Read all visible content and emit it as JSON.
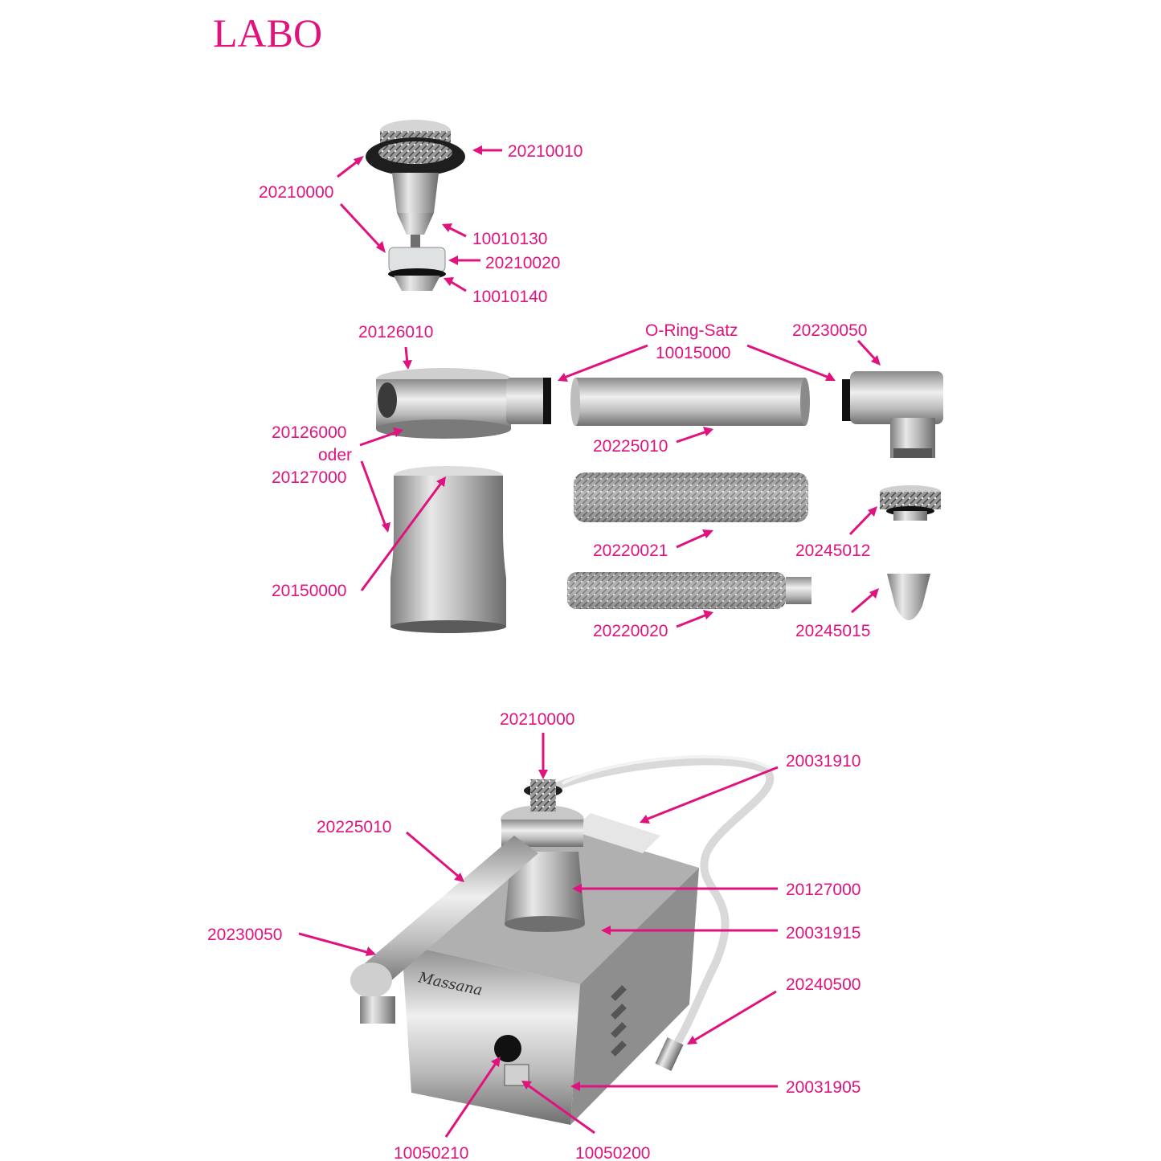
{
  "title": "LABO",
  "colors": {
    "accent": "#e0137e",
    "metal": "#b9b9b9",
    "dark": "#2a2a2a"
  },
  "exploded_view": {
    "labels": {
      "p20210010": "20210010",
      "p20210000": "20210000",
      "p10010130": "10010130",
      "p20210020": "20210020",
      "p10010140": "10010140",
      "p20126010": "20126010",
      "oring_title": "O-Ring-Satz",
      "oring_num": "10015000",
      "p20230050": "20230050",
      "p20126000": "20126000",
      "oder": "oder",
      "p20127000": "20127000",
      "p20225010": "20225010",
      "p20220021": "20220021",
      "p20245012": "20245012",
      "p20150000": "20150000",
      "p20220020": "20220020",
      "p20245015": "20245015"
    }
  },
  "assembly_view": {
    "labels": {
      "p20210000": "20210000",
      "p20031910": "20031910",
      "p20225010": "20225010",
      "p20127000": "20127000",
      "p20031915": "20031915",
      "p20230050": "20230050",
      "p20240500": "20240500",
      "p20031905": "20031905",
      "p10050210": "10050210",
      "p10050200": "10050200"
    },
    "brand": "Massana"
  }
}
